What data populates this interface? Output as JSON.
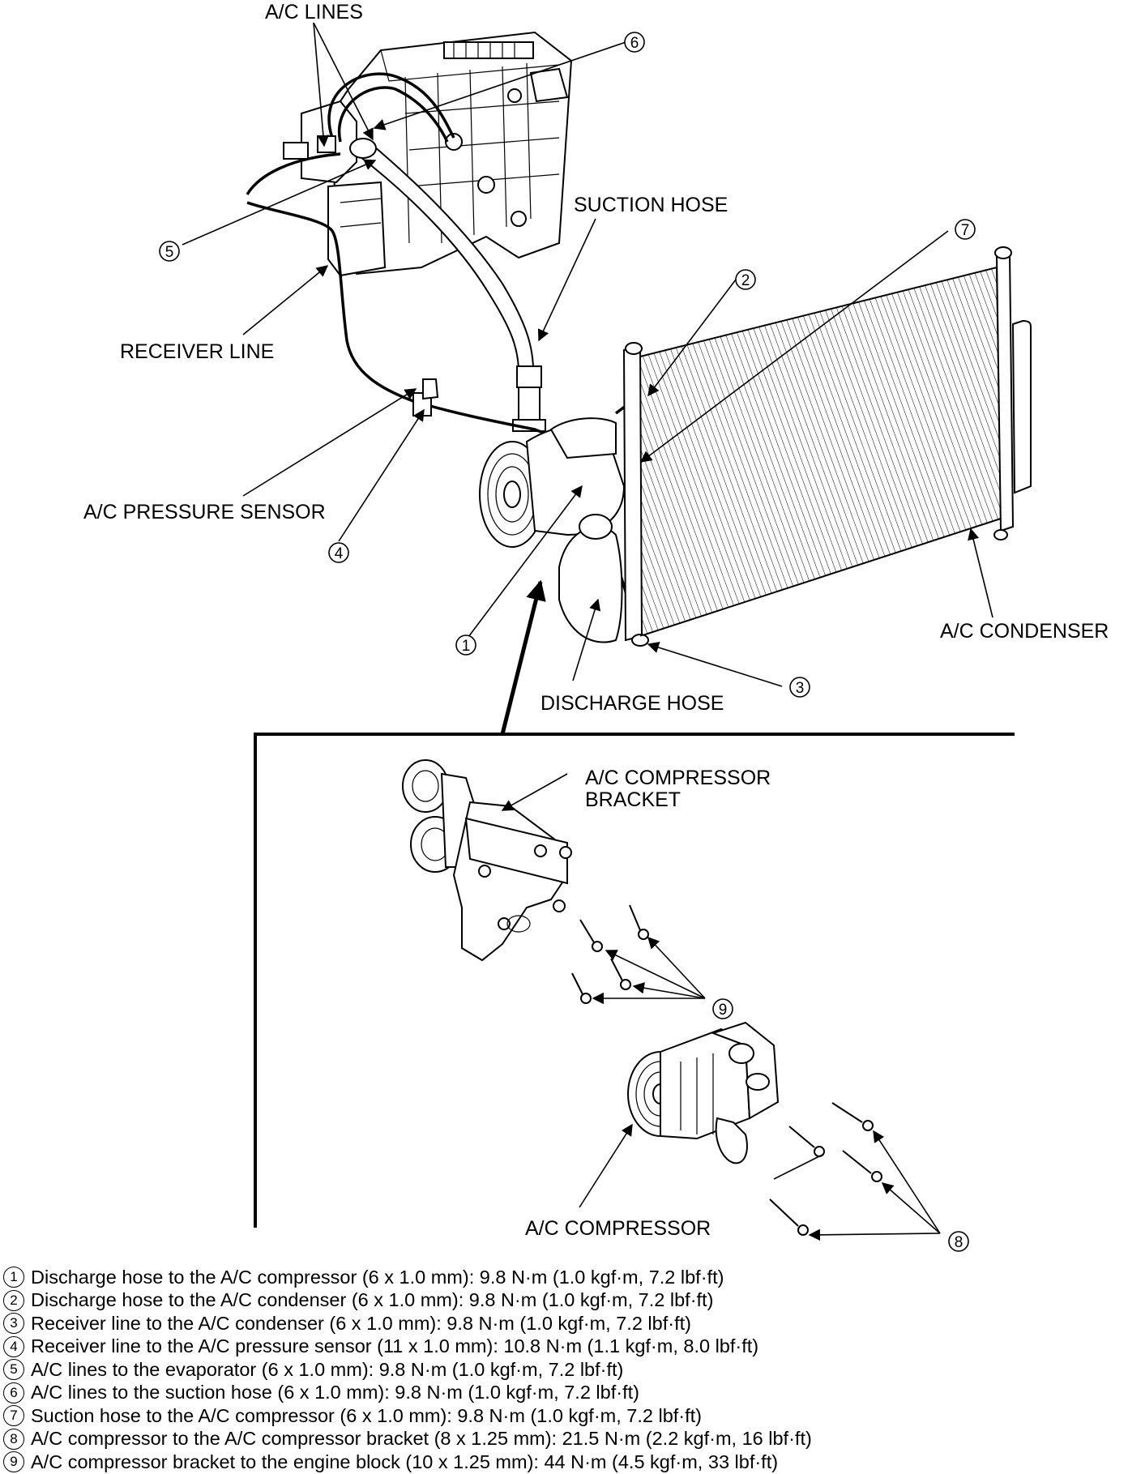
{
  "labels": {
    "ac_lines": "A/C LINES",
    "suction_hose": "SUCTION HOSE",
    "receiver_line": "RECEIVER LINE",
    "pressure_sensor": "A/C PRESSURE SENSOR",
    "condenser": "A/C CONDENSER",
    "discharge_hose": "DISCHARGE HOSE",
    "bracket_line1": "A/C COMPRESSOR",
    "bracket_line2": "BRACKET",
    "compressor": "A/C COMPRESSOR"
  },
  "callouts": {
    "c1": "1",
    "c2": "2",
    "c3": "3",
    "c4": "4",
    "c5": "5",
    "c6": "6",
    "c7": "7",
    "c8": "8",
    "c9": "9"
  },
  "legend": [
    {
      "num": "1",
      "text": "Discharge hose to the A/C compressor (6 x 1.0 mm): 9.8 N·m (1.0 kgf·m, 7.2 lbf·ft)"
    },
    {
      "num": "2",
      "text": "Discharge hose to the A/C condenser (6 x 1.0 mm): 9.8 N·m (1.0 kgf·m, 7.2 lbf·ft)"
    },
    {
      "num": "3",
      "text": "Receiver line to the A/C condenser (6 x 1.0 mm): 9.8 N·m (1.0 kgf·m, 7.2 lbf·ft)"
    },
    {
      "num": "4",
      "text": "Receiver line to the A/C pressure sensor (11 x 1.0 mm): 10.8 N·m (1.1 kgf·m, 8.0 lbf·ft)"
    },
    {
      "num": "5",
      "text": "A/C lines to the evaporator (6 x 1.0 mm): 9.8 N·m (1.0 kgf·m, 7.2 lbf·ft)"
    },
    {
      "num": "6",
      "text": "A/C lines to the suction hose (6 x 1.0 mm): 9.8 N·m (1.0 kgf·m, 7.2 lbf·ft)"
    },
    {
      "num": "7",
      "text": "Suction hose to the A/C compressor (6 x 1.0 mm): 9.8 N·m (1.0 kgf·m, 7.2 lbf·ft)"
    },
    {
      "num": "8",
      "text": "A/C compressor to the A/C compressor bracket (8 x 1.25 mm): 21.5 N·m (2.2 kgf·m, 16 lbf·ft)"
    },
    {
      "num": "9",
      "text": "A/C compressor bracket to the engine block (10 x 1.25 mm): 44 N·m (4.5 kgf·m, 33 lbf·ft)"
    }
  ]
}
